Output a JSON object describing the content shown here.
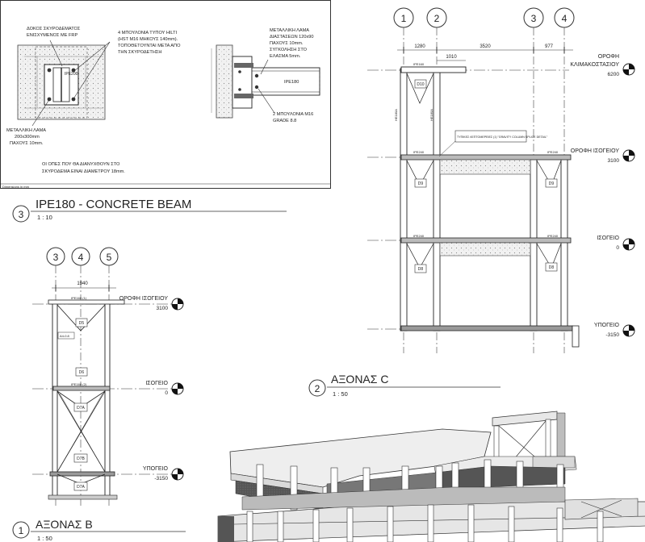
{
  "detail_sheet": {
    "note_beam": "ΔΟΚΟΣ ΣΚΥΡΟΔΕΜΑΤΟΣ",
    "note_beam_2": "ΕΝΙΣΧΥΜΕΝΟΣ ΜΕ   FRP",
    "note_bolts": "4 ΜΠΟΥΛΟΝΙΑ ΤΥΠΟΥ HILTI",
    "note_bolts_2": "(HST M16 ΜΗΚΟΥΣ 140mm).",
    "note_bolts_3": "ΤΟΠΟΘΕΤΟΥΝΤΑΙ ΜΕΤΑ ΑΠΟ",
    "note_bolts_4": "ΤΗΝ ΣΚΥΡΟΔΕΤΗΣΗ",
    "note_plate": "ΜΕΤΑΛΛΙΚΗ ΛΑΜΑ",
    "note_plate_2": "ΔΙΑΣΤΑΣΕΩΝ 120x90",
    "note_plate_3": "ΠΑΧΟΥΣ 10mm.",
    "note_plate_4": "ΣΥΓΚΟΛΗΣΗ ΣΤΟ",
    "note_plate_5": "ΕΛΑΣΜΑ 5mm.",
    "note_left_plate": "ΜΕΤΑΛΛΙΚΗ ΛΑΜΑ",
    "note_left_plate_2": "200x300mm",
    "note_left_plate_3": "ΠΑΧΟΥΣ 10mm.",
    "note_holes": "ΟΙ ΟΠΕΣ ΠΟΥ ΘΑ ΔΙΑΝΥΧΘΟΥΝ ΣΤΟ",
    "note_holes_2": "ΣΚΥΡΟΔΕΜΑ ΕΙΝΑΙ ΔΙΑΜΕΤΡΟΥ 18mm.",
    "note_m16": "2 ΜΠΟΥΛΟΝΙΑ M16",
    "note_m16_2": "GRADE 8.8",
    "ipe_label": "IPE180",
    "ipe_label_small": "IPE200",
    "dims_footer": "Dimensions in mm"
  },
  "views": {
    "v3": {
      "number": "3",
      "title": "IPE180 - CONCRETE BEAM",
      "scale": "1 : 10"
    },
    "v2": {
      "number": "2",
      "title": "ΑΞΟΝΑΣ C",
      "scale": "1 : 50"
    },
    "v1": {
      "number": "1",
      "title": "ΑΞΟΝΑΣ B",
      "scale": "1 : 50"
    }
  },
  "grid_c": {
    "axes": [
      "1",
      "2",
      "3",
      "4"
    ],
    "dims": [
      "1280",
      "3520",
      "977"
    ],
    "dim_sub": "1010"
  },
  "grid_b": {
    "axes": [
      "3",
      "4",
      "5"
    ],
    "dim": "1940"
  },
  "levels_c": [
    {
      "name": "ΟΡΟΦΗ",
      "name2": "ΚΛΙΜΑΚΟΣΤΑΣΙΟΥ",
      "value": "6200"
    },
    {
      "name": "ΟΡΟΦΗ ΙΣΟΓΕΙΟΥ",
      "value": "3100"
    },
    {
      "name": "ΙΣΟΓΕΙΟ",
      "value": "0"
    },
    {
      "name": "ΥΠΟΓΕΙΟ",
      "value": "-3150"
    }
  ],
  "levels_b": [
    {
      "name": "ΟΡΟΦΗ ΙΣΟΓΕΙΟΥ",
      "value": "3100"
    },
    {
      "name": "ΙΣΟΓΕΙΟ",
      "value": "0"
    },
    {
      "name": "ΥΠΟΓΕΙΟ",
      "value": "-3150"
    }
  ],
  "callout_c": "ΤΥΠΙΚΕΣ ΛΕΠΤΟΜΕΡΕΙΕΣ (1) \"GRAVITY COLUMN SPLICE DETAIL\"",
  "tags_c": [
    "D10",
    "D9",
    "D9",
    "D8",
    "D8"
  ],
  "tags_b": [
    "D5",
    "D6",
    "D7A",
    "D7B",
    "D7A"
  ],
  "member_c": [
    "IPE160",
    "IPE240",
    "IPE240",
    "IPE240",
    "IPE240",
    "HE180A",
    "HE180A"
  ],
  "member_b": [
    "IPE160 (1)",
    "IPE160 (2)",
    "A4-0.8"
  ]
}
